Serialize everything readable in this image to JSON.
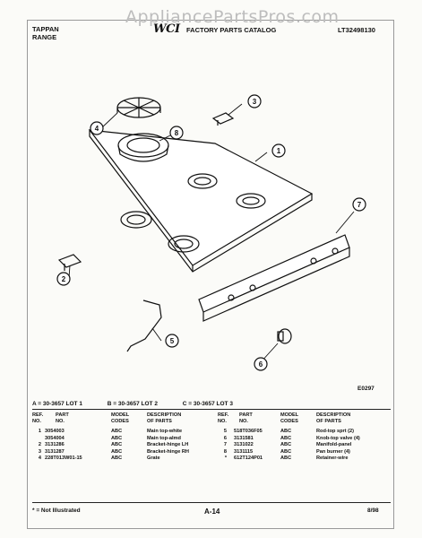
{
  "watermark": "AppliancePartsPros.com",
  "header": {
    "brand_line1": "TAPPAN",
    "brand_line2": "RANGE",
    "logo": "WCI",
    "catalog_title": "FACTORY PARTS CATALOG",
    "model_number": "LT32498130"
  },
  "diagram": {
    "callouts": [
      "1",
      "2",
      "3",
      "4",
      "5",
      "6",
      "7",
      "8"
    ],
    "code": "E0297"
  },
  "lots": {
    "a": "A = 30-3657 LOT 1",
    "b": "B = 30-3657 LOT 2",
    "c": "C = 30-3657 LOT 3"
  },
  "table": {
    "headers": {
      "ref": [
        "REF.",
        "NO."
      ],
      "part": [
        "PART",
        "NO."
      ],
      "model": [
        "MODEL",
        "CODES"
      ],
      "desc": [
        "DESCRIPTION",
        "OF PARTS"
      ]
    },
    "left_rows": [
      {
        "ref": "1",
        "part": "3054003",
        "model": "ABC",
        "desc": "Main top-white"
      },
      {
        "ref": "",
        "part": "3054004",
        "model": "ABC",
        "desc": "Main top-almd"
      },
      {
        "ref": "2",
        "part": "3131286",
        "model": "ABC",
        "desc": "Bracket-hinge LH"
      },
      {
        "ref": "3",
        "part": "3131287",
        "model": "ABC",
        "desc": "Bracket-hinge RH"
      },
      {
        "ref": "4",
        "part": "228T013W01-15",
        "model": "ABC",
        "desc": "Grate"
      }
    ],
    "right_rows": [
      {
        "ref": "5",
        "part": "518T036F05",
        "model": "ABC",
        "desc": "Rod-top sprt (2)"
      },
      {
        "ref": "6",
        "part": "3131581",
        "model": "ABC",
        "desc": "Knob-top valve (4)"
      },
      {
        "ref": "7",
        "part": "3131022",
        "model": "ABC",
        "desc": "Manifold-panel"
      },
      {
        "ref": "8",
        "part": "3131115",
        "model": "ABC",
        "desc": "Pan burner (4)"
      },
      {
        "ref": "*",
        "part": "612T124P01",
        "model": "ABC",
        "desc": "Retainer-wire"
      }
    ]
  },
  "footer": {
    "note": "* = Not Illustrated",
    "page": "A-14",
    "date": "8/98"
  }
}
